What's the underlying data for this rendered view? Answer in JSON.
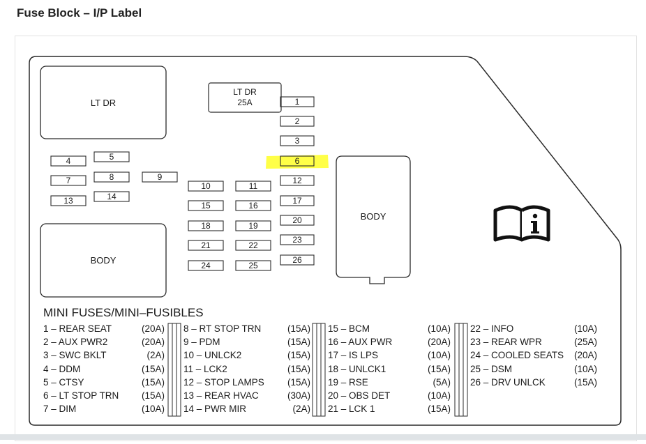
{
  "page_title": "Fuse Block – I/P Label",
  "diagram": {
    "big_boxes": {
      "lt_dr": "LT DR",
      "body_left": "BODY",
      "body_center": "BODY",
      "lt_dr_breaker_line1": "LT DR",
      "lt_dr_breaker_line2": "25A"
    },
    "fuse_numbers": {
      "f1": "1",
      "f2": "2",
      "f3": "3",
      "f4": "4",
      "f5": "5",
      "f6": "6",
      "f7": "7",
      "f8": "8",
      "f9": "9",
      "f10": "10",
      "f11": "11",
      "f12": "12",
      "f13": "13",
      "f14": "14",
      "f15": "15",
      "f16": "16",
      "f17": "17",
      "f18": "18",
      "f19": "19",
      "f20": "20",
      "f21": "21",
      "f22": "22",
      "f23": "23",
      "f24": "24",
      "f25": "25",
      "f26": "26"
    },
    "highlighted_fuse": "6",
    "highlight_color": "#ffff33",
    "icon": "manual-info-icon"
  },
  "legend": {
    "title": "MINI FUSES/MINI–FUSIBLES",
    "col1": [
      {
        "name": "1 – REAR SEAT",
        "amp": "(20A)"
      },
      {
        "name": "2 – AUX PWR2",
        "amp": "(20A)"
      },
      {
        "name": "3 – SWC BKLT",
        "amp": "(2A)"
      },
      {
        "name": "4 – DDM",
        "amp": "(15A)"
      },
      {
        "name": "5 – CTSY",
        "amp": "(15A)"
      },
      {
        "name": "6 – LT STOP TRN",
        "amp": "(15A)"
      },
      {
        "name": "7 – DIM",
        "amp": "(10A)"
      }
    ],
    "col2": [
      {
        "name": "8 – RT STOP TRN",
        "amp": "(15A)"
      },
      {
        "name": "9 – PDM",
        "amp": "(15A)"
      },
      {
        "name": "10 – UNLCK2",
        "amp": "(15A)"
      },
      {
        "name": "11 – LCK2",
        "amp": "(15A)"
      },
      {
        "name": "12 – STOP LAMPS",
        "amp": "(15A)"
      },
      {
        "name": "13 – REAR HVAC",
        "amp": "(30A)"
      },
      {
        "name": "14 – PWR MIR",
        "amp": "(2A)"
      }
    ],
    "col3": [
      {
        "name": "15 – BCM",
        "amp": "(10A)"
      },
      {
        "name": "16 – AUX PWR",
        "amp": "(20A)"
      },
      {
        "name": "17 – IS LPS",
        "amp": "(10A)"
      },
      {
        "name": "18 – UNLCK1",
        "amp": "(15A)"
      },
      {
        "name": "19 – RSE",
        "amp": "(5A)"
      },
      {
        "name": "20 – OBS DET",
        "amp": "(10A)"
      },
      {
        "name": "21 – LCK 1",
        "amp": "(15A)"
      }
    ],
    "col4": [
      {
        "name": "22 – INFO",
        "amp": "(10A)"
      },
      {
        "name": "23 – REAR WPR",
        "amp": "(25A)"
      },
      {
        "name": "24 – COOLED SEATS",
        "amp": "(20A)"
      },
      {
        "name": "25 – DSM",
        "amp": "(10A)"
      },
      {
        "name": "26 – DRV UNLCK",
        "amp": "(15A)"
      }
    ]
  }
}
